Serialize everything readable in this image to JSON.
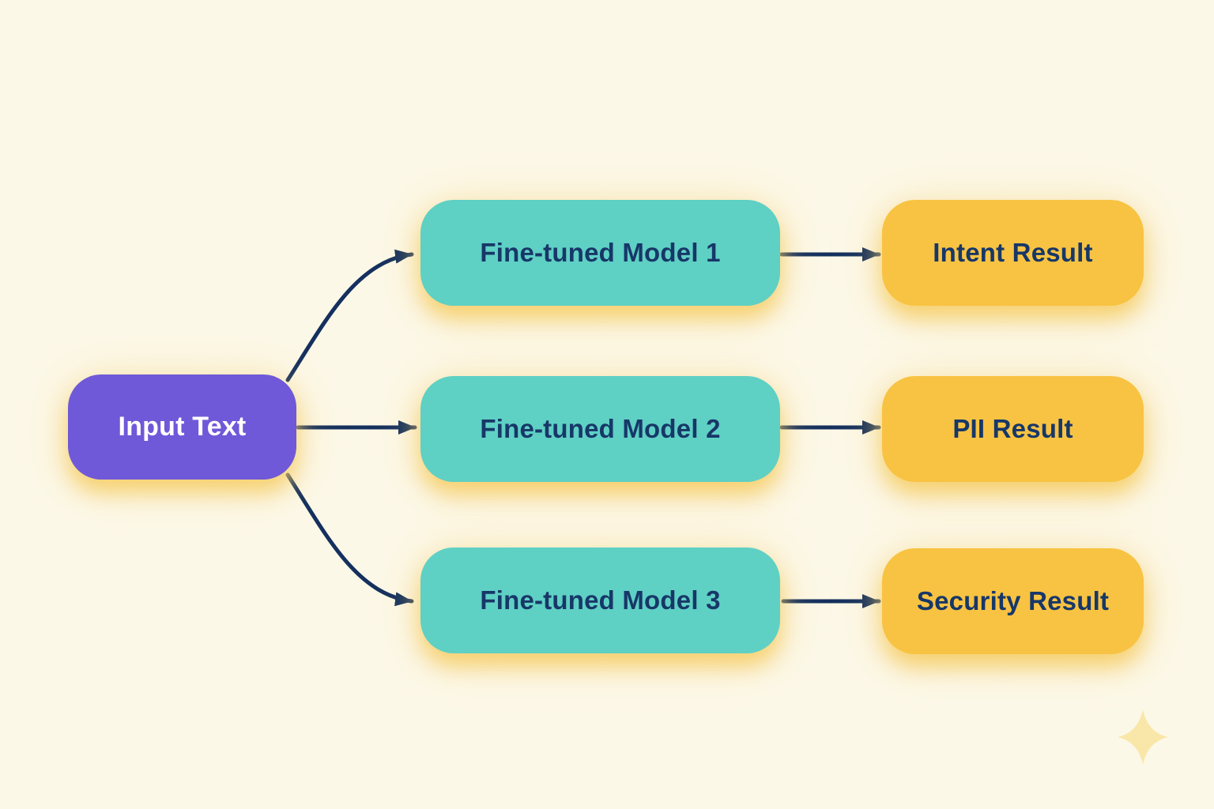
{
  "diagram": {
    "title": "fine-tuned model routing diagram",
    "background_color": "#fcf8e8",
    "arrow_color": "#14305e",
    "node_colors": {
      "input": "#6f59d8",
      "model": "#5fd0c4",
      "result": "#f8c342"
    },
    "text_colors": {
      "input": "#ffffff",
      "model": "#173768",
      "result": "#173768"
    },
    "nodes": {
      "input": {
        "label": "Input Text",
        "type": "input"
      },
      "model1": {
        "label": "Fine-tuned Model 1",
        "type": "model"
      },
      "model2": {
        "label": "Fine-tuned Model 2",
        "type": "model"
      },
      "model3": {
        "label": "Fine-tuned Model 3",
        "type": "model"
      },
      "result1": {
        "label": "Intent Result",
        "type": "result"
      },
      "result2": {
        "label": "PII Result",
        "type": "result"
      },
      "result3": {
        "label": "Security Result",
        "type": "result"
      }
    },
    "edges": [
      {
        "from": "input",
        "to": "model1",
        "style": "curved-up"
      },
      {
        "from": "input",
        "to": "model2",
        "style": "straight"
      },
      {
        "from": "input",
        "to": "model3",
        "style": "curved-down"
      },
      {
        "from": "model1",
        "to": "result1",
        "style": "straight"
      },
      {
        "from": "model2",
        "to": "result2",
        "style": "straight"
      },
      {
        "from": "model3",
        "to": "result3",
        "style": "straight"
      }
    ],
    "decorations": {
      "sparkle_icon": "four-point-sparkle",
      "sparkle_color": "#f9e7a9"
    }
  }
}
